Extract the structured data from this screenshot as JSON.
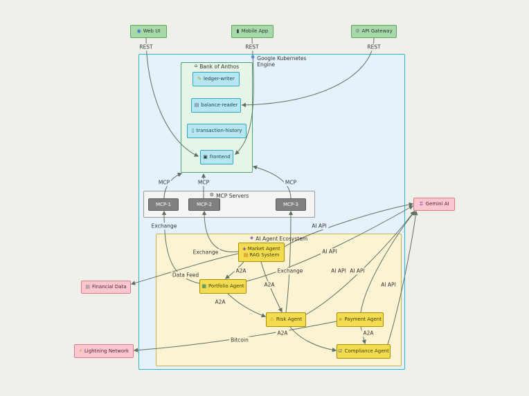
{
  "colors": {
    "page_bg": "#eff0ea",
    "gke_fill": "#e6f2fb",
    "gke_border": "#2bb6cd",
    "bank_fill": "#e7f4e8",
    "bank_border": "#49a86b",
    "service_fill": "#b6e6f0",
    "service_border": "#2aa8c0",
    "mcp_region_fill": "#f4f4f2",
    "mcp_region_border": "#9a9a9a",
    "mcp_fill": "#808080",
    "mcp_border": "#5a5a5a",
    "eco_fill": "#fbf3d2",
    "eco_border": "#c8b25a",
    "agent_fill": "#f2dc51",
    "agent_border": "#a98f00",
    "client_fill": "#a9d8ab",
    "client_border": "#57a85c",
    "external_fill": "#f9c7cd",
    "external_border": "#dd7a86",
    "edge": "#5f6f62"
  },
  "nodes": {
    "web_ui": {
      "label": "Web UI",
      "icon": "◉"
    },
    "mobile_app": {
      "label": "Mobile App",
      "icon": "▮"
    },
    "api_gateway": {
      "label": "API Gateway",
      "icon": "⚙"
    },
    "gke": {
      "label": "Google Kubernetes Engine",
      "icon": "☸"
    },
    "bank_of_anthos": {
      "label": "Bank of Anthos",
      "icon": "⌂"
    },
    "ledger_writer": {
      "label": "ledger-writer",
      "icon": "✎"
    },
    "balance_reader": {
      "label": "balance-reader",
      "icon": "▤"
    },
    "transaction_history": {
      "label": "transaction-history",
      "icon": "▯"
    },
    "frontend": {
      "label": "frontend",
      "icon": "▣"
    },
    "mcp_servers": {
      "label": "MCP Servers",
      "icon": "⚙"
    },
    "mcp_1": {
      "label": "MCP-1"
    },
    "mcp_2": {
      "label": "MCP-2"
    },
    "mcp_3": {
      "label": "MCP-3"
    },
    "ai_ecosystem": {
      "label": "AI Agent Ecosystem",
      "icon": "◈"
    },
    "market_agent": {
      "label": "Market Agent",
      "icon": "◈"
    },
    "rag_system": {
      "label": "RAG System",
      "icon": "▤"
    },
    "portfolio_agent": {
      "label": "Portfolio Agent",
      "icon": "▦"
    },
    "risk_agent": {
      "label": "Risk Agent",
      "icon": "⚠"
    },
    "payment_agent": {
      "label": "Payment Agent",
      "icon": "◆"
    },
    "compliance_agent": {
      "label": "Compliance Agent",
      "icon": "☑"
    },
    "gemini_ai": {
      "label": "Gemini AI",
      "icon": "♊"
    },
    "financial_data": {
      "label": "Financial Data",
      "icon": "▤"
    },
    "lightning_network": {
      "label": "Lightning Network",
      "icon": "⚡"
    }
  },
  "edge_labels": {
    "rest": "REST",
    "mcp": "MCP",
    "exchange": "Exchange",
    "ai_api": "AI API",
    "a2a": "A2A",
    "data_feed": "Data Feed",
    "bitcoin": "Bitcoin"
  }
}
